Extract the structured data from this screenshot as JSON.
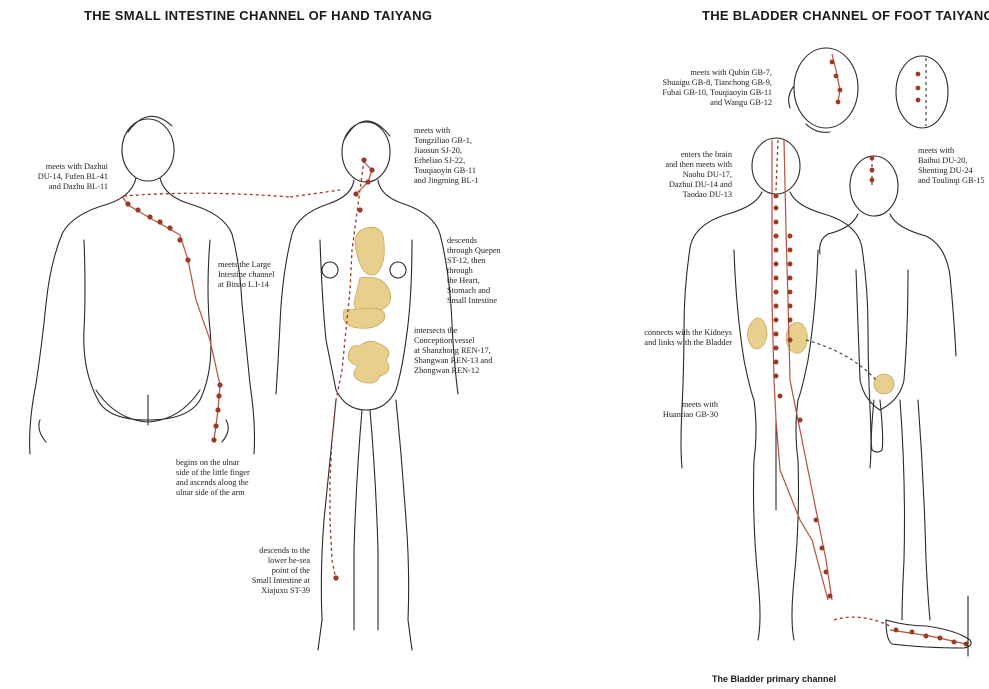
{
  "headings": {
    "left": "THE SMALL INTESTINE CHANNEL OF HAND TAIYANG",
    "right": "THE BLADDER CHANNEL OF FOOT TAIYANG"
  },
  "caption_right": "The Bladder primary channel",
  "annotations_left": {
    "dazhui": [
      "meets with Dazhui",
      "DU-14, Fufen BL-41",
      "and Dazhu BL-11"
    ],
    "large_intestine": [
      "meets the Large",
      "Intestine channel",
      "at Binao L.I-14"
    ],
    "ulnar": [
      "begins on the ulnar",
      "side of the little finger",
      "and ascends along the",
      "ulnar side of the arm"
    ],
    "tongziliao": [
      "meets with",
      "Tongziliao GB-1,",
      "Jiaosun SJ-20,",
      "Erheliao SJ-22,",
      "Touqiaoyin GB-11",
      "and Jingming BL-1"
    ],
    "quepen": [
      "descends",
      "through Quepen",
      "ST-12, then",
      "through",
      "the Heart,",
      "Stomach and",
      "Small Intestine"
    ],
    "conception": [
      "intersects the",
      "Conception vessel",
      "at Shanzhong REN-17,",
      "Shangwan REN-13 and",
      "Zhongwan REN-12"
    ],
    "xiajuxu": [
      "descends to the",
      "lower he-sea",
      "point of the",
      "Small Intestine at",
      "Xiajuxu ST-39"
    ]
  },
  "annotations_right": {
    "qubin": [
      "meets with Qubin GB-7,",
      "Shuaigu GB-8, Tianchong GB-9,",
      "Fubai GB-10, Touqiaoyin GB-11",
      "and Wangu GB-12"
    ],
    "brain": [
      "enters the brain",
      "and then meets with",
      "Naohu DU-17,",
      "Dazhui DU-14 and",
      "Taodao DU-13"
    ],
    "baihui": [
      "meets with",
      "Baihui DU-20,",
      "Shenting DU-24",
      "and Toulinqi GB-15"
    ],
    "kidneys": [
      "connects with the Kidneys",
      "and links with the Bladder"
    ],
    "huantiao": [
      "meets with",
      "Huantiao GB-30"
    ]
  },
  "colors": {
    "channel": "#9b3a26",
    "channel_line": "#b5523f",
    "organ": "#e8cf8e",
    "outline": "#2a2a2a"
  }
}
